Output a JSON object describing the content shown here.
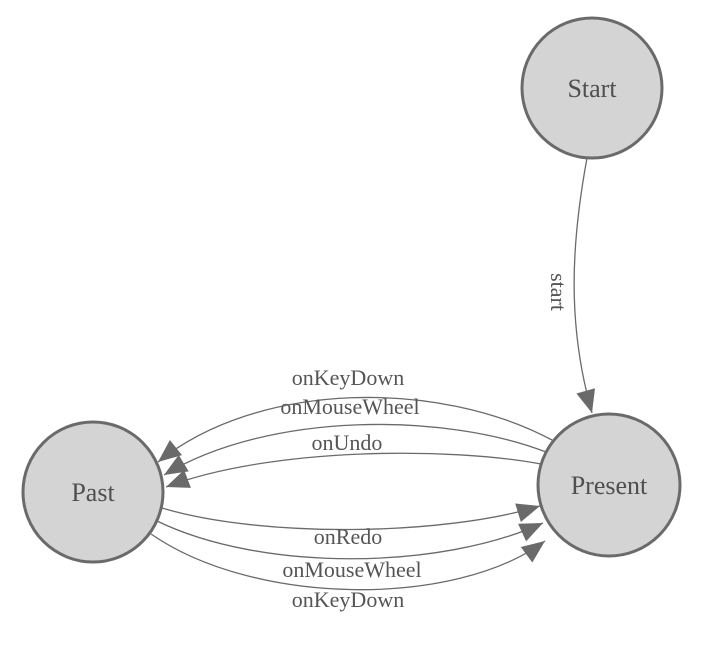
{
  "diagram_type": "state-machine",
  "colors": {
    "background": "#ffffff",
    "node_fill": "#d4d4d4",
    "node_border": "#6a6a6a",
    "edge_line": "#6a6a6a",
    "arrowhead": "#6a6a6a",
    "node_text": "#4f4f4f",
    "edge_text": "#555555"
  },
  "nodes": [
    {
      "id": "start",
      "label": "Start"
    },
    {
      "id": "present",
      "label": "Present"
    },
    {
      "id": "past",
      "label": "Past"
    }
  ],
  "edges": [
    {
      "from": "start",
      "to": "present",
      "label": "start"
    },
    {
      "from": "present",
      "to": "past",
      "label": "onKeyDown"
    },
    {
      "from": "present",
      "to": "past",
      "label": "onMouseWheel"
    },
    {
      "from": "present",
      "to": "past",
      "label": "onUndo"
    },
    {
      "from": "past",
      "to": "present",
      "label": "onRedo"
    },
    {
      "from": "past",
      "to": "present",
      "label": "onMouseWheel"
    },
    {
      "from": "past",
      "to": "present",
      "label": "onKeyDown"
    }
  ]
}
